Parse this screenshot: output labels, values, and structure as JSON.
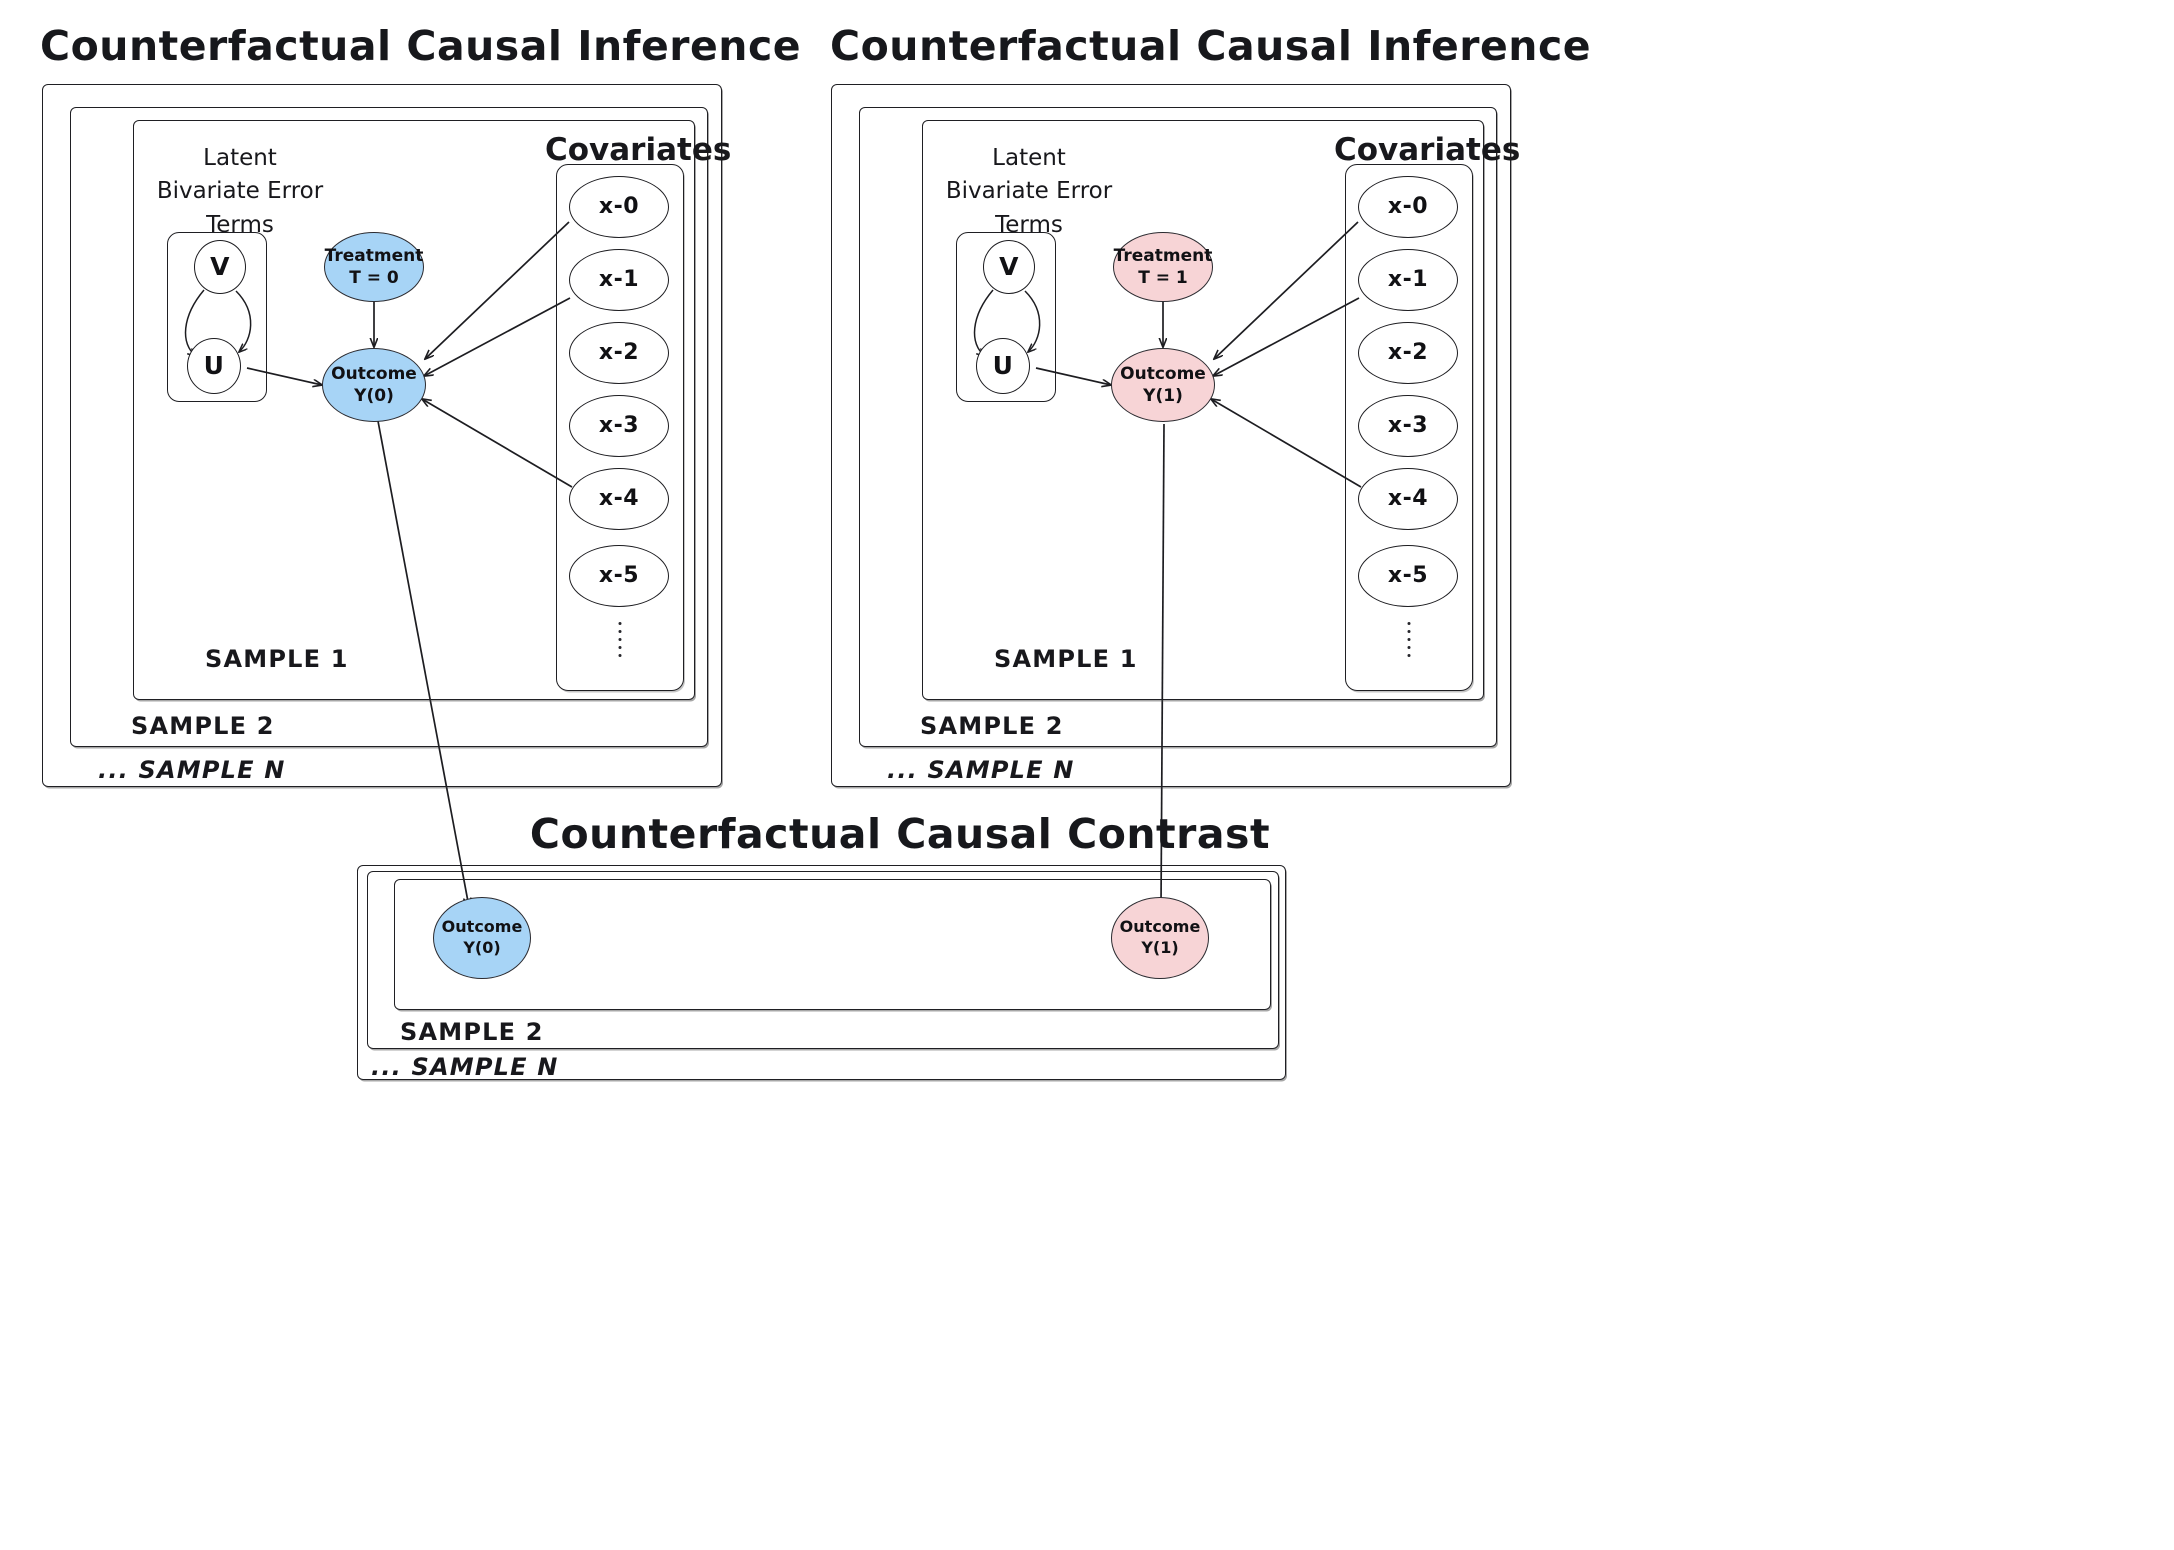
{
  "diagram": {
    "type": "causal-dag",
    "background": "#ffffff",
    "colors": {
      "control_fill": "#a7d4f6",
      "treated_fill": "#f7d4d6",
      "stroke": "#1c1c20",
      "text": "#18181c"
    }
  },
  "panels": {
    "left": {
      "title": "Counterfactual Causal Inference",
      "latent_caption": "Latent\nBivariate Error\nTerms",
      "latent_caption_lines": [
        "Latent",
        "Bivariate Error",
        "Terms"
      ],
      "latent_nodes": [
        {
          "id": "V",
          "label": "V"
        },
        {
          "id": "U",
          "label": "U"
        }
      ],
      "treatment": {
        "label_line1": "Treatment",
        "label_line2": "T = 0",
        "fill": "#a7d4f6"
      },
      "outcome": {
        "label_line1": "Outcome",
        "label_line2": "Y(0)",
        "fill": "#a7d4f6"
      },
      "covariates_caption": "Covariates",
      "covariates": [
        "x-0",
        "x-1",
        "x-2",
        "x-3",
        "x-4",
        "x-5"
      ],
      "covariates_more": "vertical-ellipsis",
      "covariate_edges_to_outcome": [
        "x-0",
        "x-1",
        "x-4"
      ],
      "sample_labels": [
        "SAMPLE 1",
        "SAMPLE 2",
        "... SAMPLE N"
      ]
    },
    "right": {
      "title": "Counterfactual Causal Inference",
      "latent_caption_lines": [
        "Latent",
        "Bivariate Error",
        "Terms"
      ],
      "latent_nodes": [
        {
          "id": "V",
          "label": "V"
        },
        {
          "id": "U",
          "label": "U"
        }
      ],
      "treatment": {
        "label_line1": "Treatment",
        "label_line2": "T = 1",
        "fill": "#f7d4d6"
      },
      "outcome": {
        "label_line1": "Outcome",
        "label_line2": "Y(1)",
        "fill": "#f7d4d6"
      },
      "covariates_caption": "Covariates",
      "covariates": [
        "x-0",
        "x-1",
        "x-2",
        "x-3",
        "x-4",
        "x-5"
      ],
      "covariates_more": "vertical-ellipsis",
      "covariate_edges_to_outcome": [
        "x-0",
        "x-1",
        "x-4"
      ],
      "sample_labels": [
        "SAMPLE 1",
        "SAMPLE 2",
        "... SAMPLE N"
      ]
    },
    "bottom": {
      "title": "Counterfactual Causal Contrast",
      "outcome_control": {
        "label_line1": "Outcome",
        "label_line2": "Y(0)",
        "fill": "#a7d4f6"
      },
      "outcome_treated": {
        "label_line1": "Outcome",
        "label_line2": "Y(1)",
        "fill": "#f7d4d6"
      },
      "sample_labels": [
        "SAMPLE 2",
        "... SAMPLE N"
      ]
    }
  }
}
